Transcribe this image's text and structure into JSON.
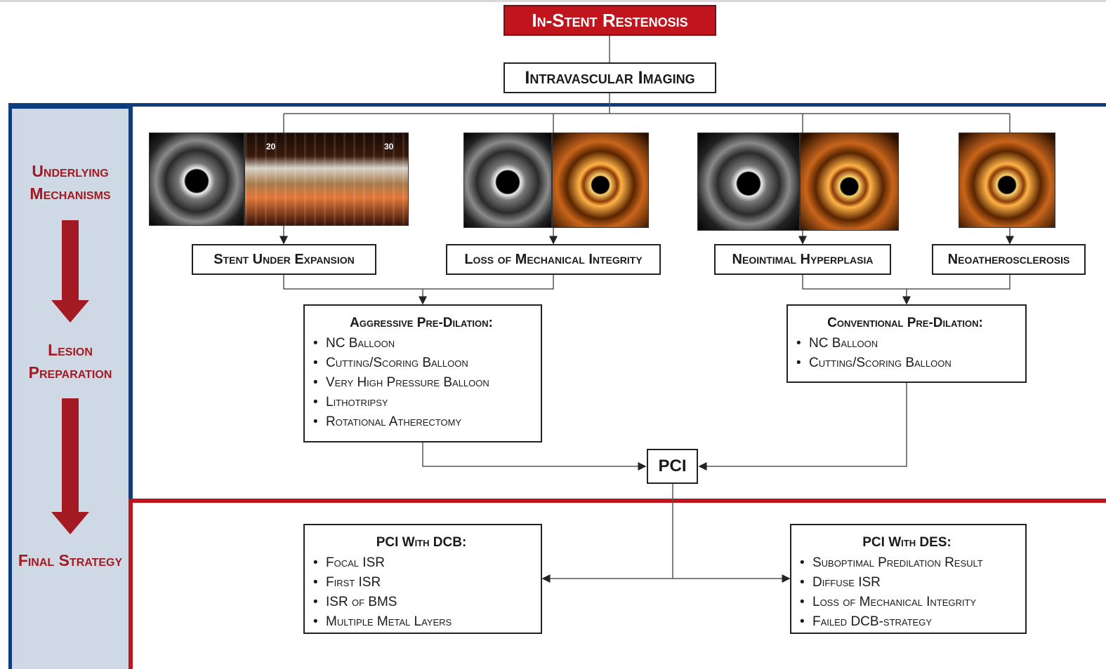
{
  "title": "In-Stent Restenosis",
  "imaging": "Intravascular Imaging",
  "sidebar": {
    "stages": [
      "Underlying Mechanisms",
      "Lesion Preparation",
      "Final Strategy"
    ]
  },
  "image_tick_labels": [
    "20",
    "30"
  ],
  "mechanisms": [
    "Stent Under Expansion",
    "Loss of Mechanical Integrity",
    "Neointimal Hyperplasia",
    "Neoatherosclerosis"
  ],
  "aggressive": {
    "title": "Aggressive Pre-Dilation:",
    "items": [
      "NC Balloon",
      "Cutting/Scoring Balloon",
      "Very High Pressure Balloon",
      "Lithotripsy",
      "Rotational Atherectomy"
    ]
  },
  "conventional": {
    "title": "Conventional Pre-Dilation:",
    "items": [
      "NC Balloon",
      "Cutting/Scoring Balloon"
    ]
  },
  "pci": "PCI",
  "dcb": {
    "title": "PCI With DCB:",
    "items": [
      "Focal ISR",
      "First ISR",
      "ISR of BMS",
      "Multiple Metal Layers"
    ]
  },
  "des": {
    "title": "PCI With DES:",
    "items": [
      "Suboptimal Predilation Result",
      "Diffuse ISR",
      "Loss of Mechanical Integrity",
      "Failed DCB-strategy"
    ]
  },
  "colors": {
    "navy": "#0d3d7e",
    "red": "#c0151c",
    "sidebar_bg": "#cfd9e6",
    "stage_text": "#a31a22"
  }
}
